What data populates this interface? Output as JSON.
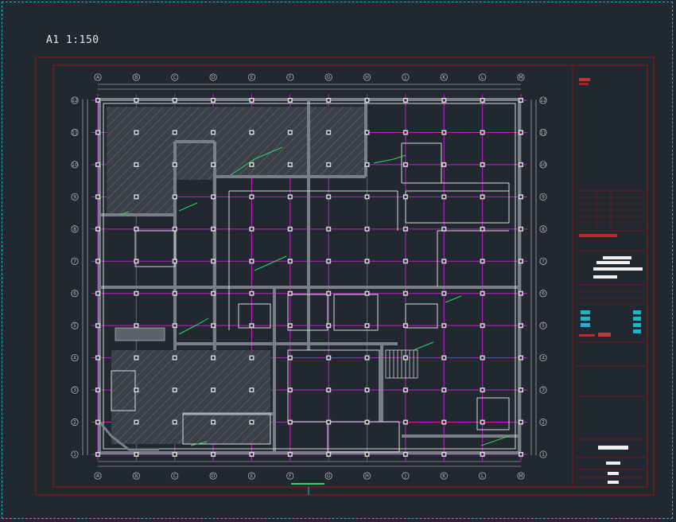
{
  "sheet": {
    "label": "A1 1:150"
  },
  "grid": {
    "columns": [
      "A",
      "B",
      "C",
      "D",
      "E",
      "F",
      "G",
      "H",
      "J",
      "K",
      "L",
      "M"
    ],
    "rows": [
      "12",
      "11",
      "10",
      "9",
      "8",
      "7",
      "6",
      "5",
      "4",
      "3",
      "2",
      "1"
    ]
  },
  "colors": {
    "background": "#212830",
    "frame": "#8b1a1a",
    "wall": "#7a7f86",
    "wall_light": "#d8d8d8",
    "grid_line": "#c020c8",
    "dimension": "#cfcfcf",
    "annotation": "#2fd46a",
    "highlight": "#16b7c9",
    "viewport": "#19b5c8"
  }
}
